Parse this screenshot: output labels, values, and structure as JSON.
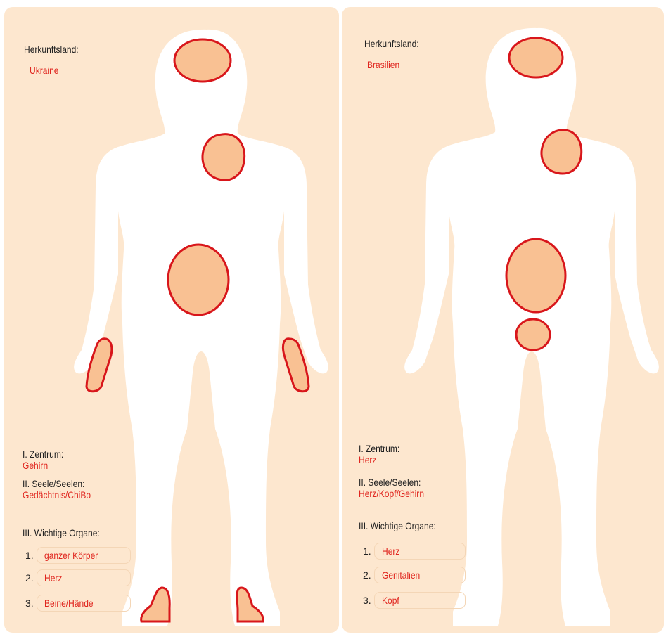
{
  "panels": [
    {
      "origin_label": "Herkunftsland:",
      "origin_value": "Ukraine",
      "center_label": "I. Zentrum:",
      "center_value": "Gehirn",
      "soul_label": "II. Seele/Seelen:",
      "soul_value": "Gedächtnis/ChiBo",
      "organs_label": "III. Wichtige Organe:",
      "organs": [
        {
          "num": "1.",
          "name": "ganzer Körper"
        },
        {
          "num": "2.",
          "name": "Herz"
        },
        {
          "num": "3.",
          "name": "Beine/Hände"
        }
      ]
    },
    {
      "origin_label": "Herkunftsland:",
      "origin_value": "Brasilien",
      "center_label": "I. Zentrum:",
      "center_value": "Herz",
      "soul_label": "II. Seele/Seelen:",
      "soul_value": "Herz/Kopf/Gehirn",
      "organs_label": "III. Wichtige Organe:",
      "organs": [
        {
          "num": "1.",
          "name": "Herz"
        },
        {
          "num": "2.",
          "name": "Genitalien"
        },
        {
          "num": "3.",
          "name": "Kopf"
        }
      ]
    }
  ],
  "colors": {
    "panel_background": "#fde7cf",
    "body_fill": "#ffffff",
    "highlight_fill": "#f9c193",
    "highlight_stroke": "#d8161b",
    "value_text": "#e0261f"
  }
}
